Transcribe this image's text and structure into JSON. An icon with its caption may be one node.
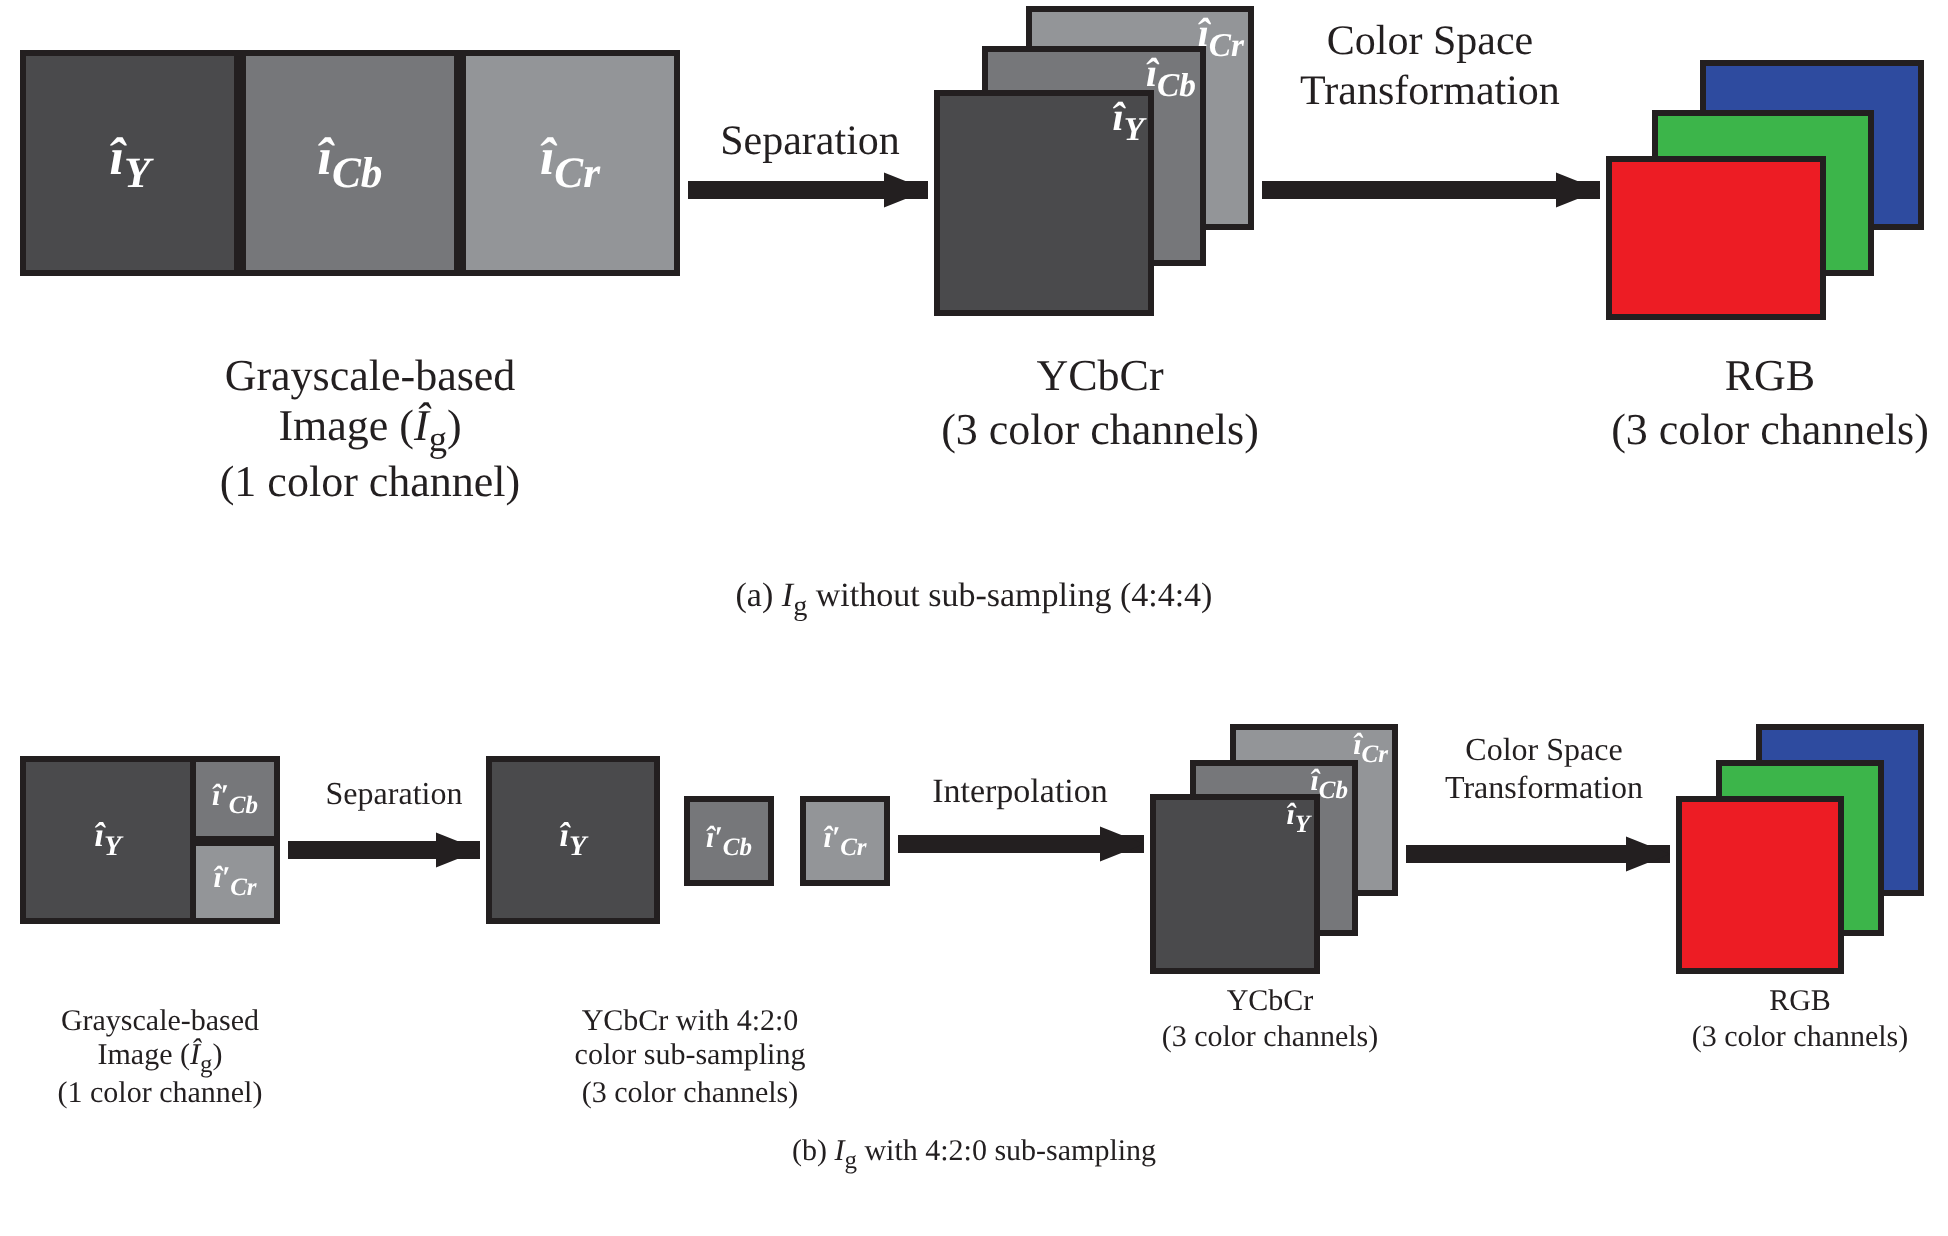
{
  "diagram": {
    "nodes": [
      {
        "text": [],
        "shape": "box"
      },
      {
        "text": [
          "î$_{Y}$"
        ],
        "in": 0
      },
      {
        "text": [
          "î$_{Cb}$"
        ],
        "in": 0
      },
      {
        "text": [
          "î$_{Cr}$"
        ],
        "in": 0
      },
      {
        "text": [
          "î$_{Cr}$",
          "î$_{Cb}$",
          "î$_{Y}$"
        ]
      },
      {
        "text": [],
        "shape": "box"
      },
      {
        "text": [],
        "shape": "box"
      },
      {
        "text": [
          "î$_{Y}$"
        ],
        "in": 6
      },
      {
        "text": [
          "î′$_{Cb}$"
        ],
        "in": 6
      },
      {
        "text": [
          "î′$_{Cr}$"
        ],
        "in": 6
      },
      {
        "text": [
          "î$_{Y}$"
        ]
      },
      {
        "text": [
          "î′$_{Cb}$"
        ]
      },
      {
        "text": [
          "î′$_{Cr}$"
        ]
      },
      {
        "text": [
          "î$_{Cr}$",
          "î$_{Cb}$",
          "î$_{Y}$"
        ]
      },
      {
        "text": [],
        "shape": "box"
      }
    ],
    "edges": [
      {
        "from": 0,
        "to": 4,
        "arrow": "to",
        "label": "Separation"
      },
      {
        "from": 4,
        "to": 5,
        "arrow": "to",
        "label": "Color Space Transformation"
      },
      {
        "from": 6,
        "to": 10,
        "arrow": "to",
        "label": "Separation"
      },
      {
        "from": 12,
        "to": 13,
        "arrow": "to",
        "label": "Interpolation"
      },
      {
        "from": 13,
        "to": 14,
        "arrow": "to",
        "label": "Color Space Transformation"
      }
    ],
    "labels": [
      "Grayscale-based Image (*Î*$_{g}$)",
      "(1 color channel)",
      "YCbCr",
      "(3 color channels)",
      "RGB",
      "(3 color channels)",
      "(a) *I*$_{g}$ without sub-sampling (4:4:4)",
      "Grayscale-based Image (*Î*$_{g}$)",
      "(1 color channel)",
      "YCbCr with 4:2:0 color sub-sampling",
      "(3 color channels)",
      "YCbCr",
      "(3 color channels)",
      "RGB",
      "(3 color channels)",
      "(b) *I*$_{g}$ with 4:2:0 sub-sampling"
    ]
  }
}
